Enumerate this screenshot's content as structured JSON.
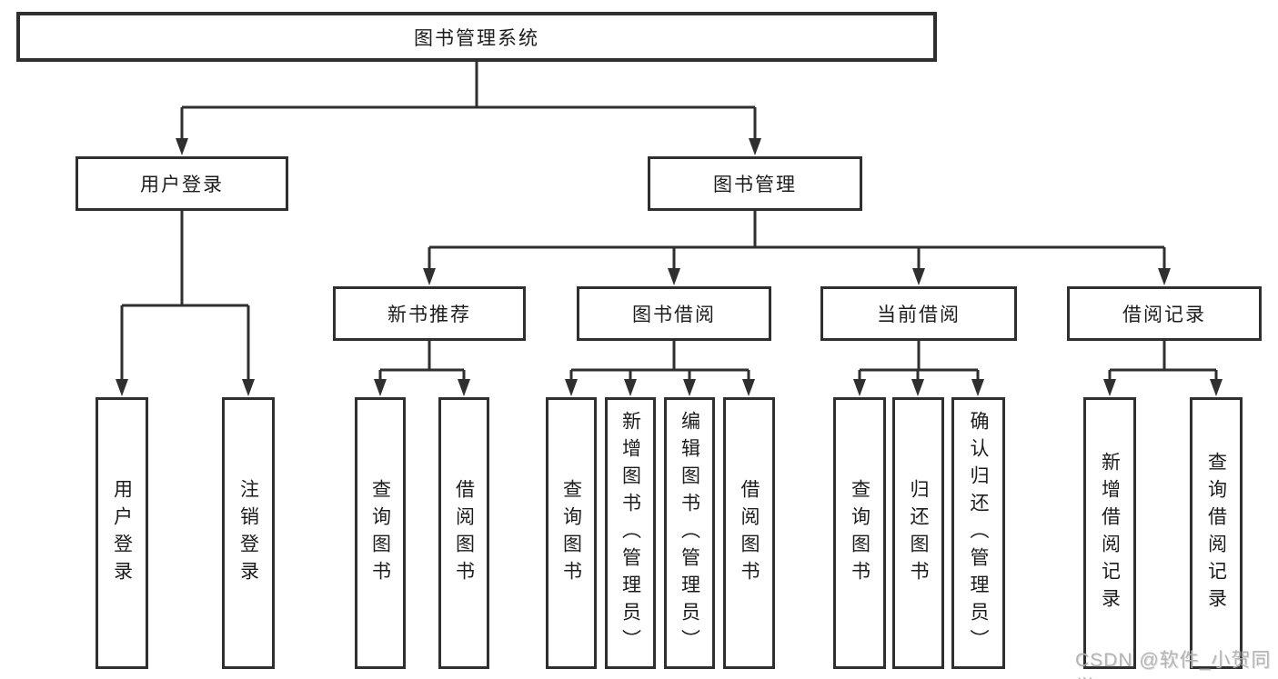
{
  "diagram": {
    "root": "图书管理系统",
    "level2": [
      "用户登录",
      "图书管理"
    ],
    "level3": [
      "新书推荐",
      "图书借阅",
      "当前借阅",
      "借阅记录"
    ],
    "leaves": {
      "user": [
        "用户登录",
        "注销登录"
      ],
      "recommend": [
        "查询图书",
        "借阅图书"
      ],
      "borrow": [
        "查询图书",
        "新增图书（管理员）",
        "编辑图书（管理员）",
        "借阅图书"
      ],
      "current": [
        "查询图书",
        "归还图书",
        "确认归还（管理员）"
      ],
      "record": [
        "新增借阅记录",
        "查询借阅记录"
      ]
    }
  },
  "watermark": "CSDN @软件_小贺同学",
  "colors": {
    "line": "#2f2f2f",
    "text": "#1c1c1c",
    "background": "#ffffff",
    "watermark": "#b2b2b2"
  }
}
